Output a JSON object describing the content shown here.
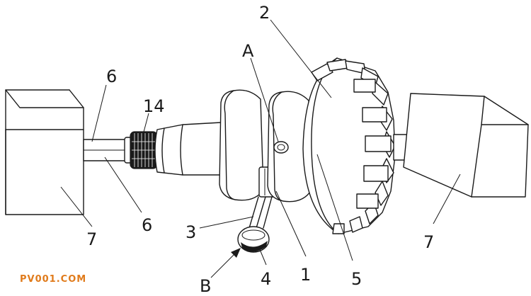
{
  "labels": {
    "n1": "1",
    "n2": "2",
    "n3": "3",
    "n4": "4",
    "n5": "5",
    "n6_top": "6",
    "n6_bottom": "6",
    "n7_left": "7",
    "n7_right": "7",
    "n14": "14",
    "A": "A",
    "B": "B"
  },
  "watermark": "PV001.COM",
  "colors": {
    "watermark": "#e07b1c",
    "ink": "#1a1a1a"
  }
}
